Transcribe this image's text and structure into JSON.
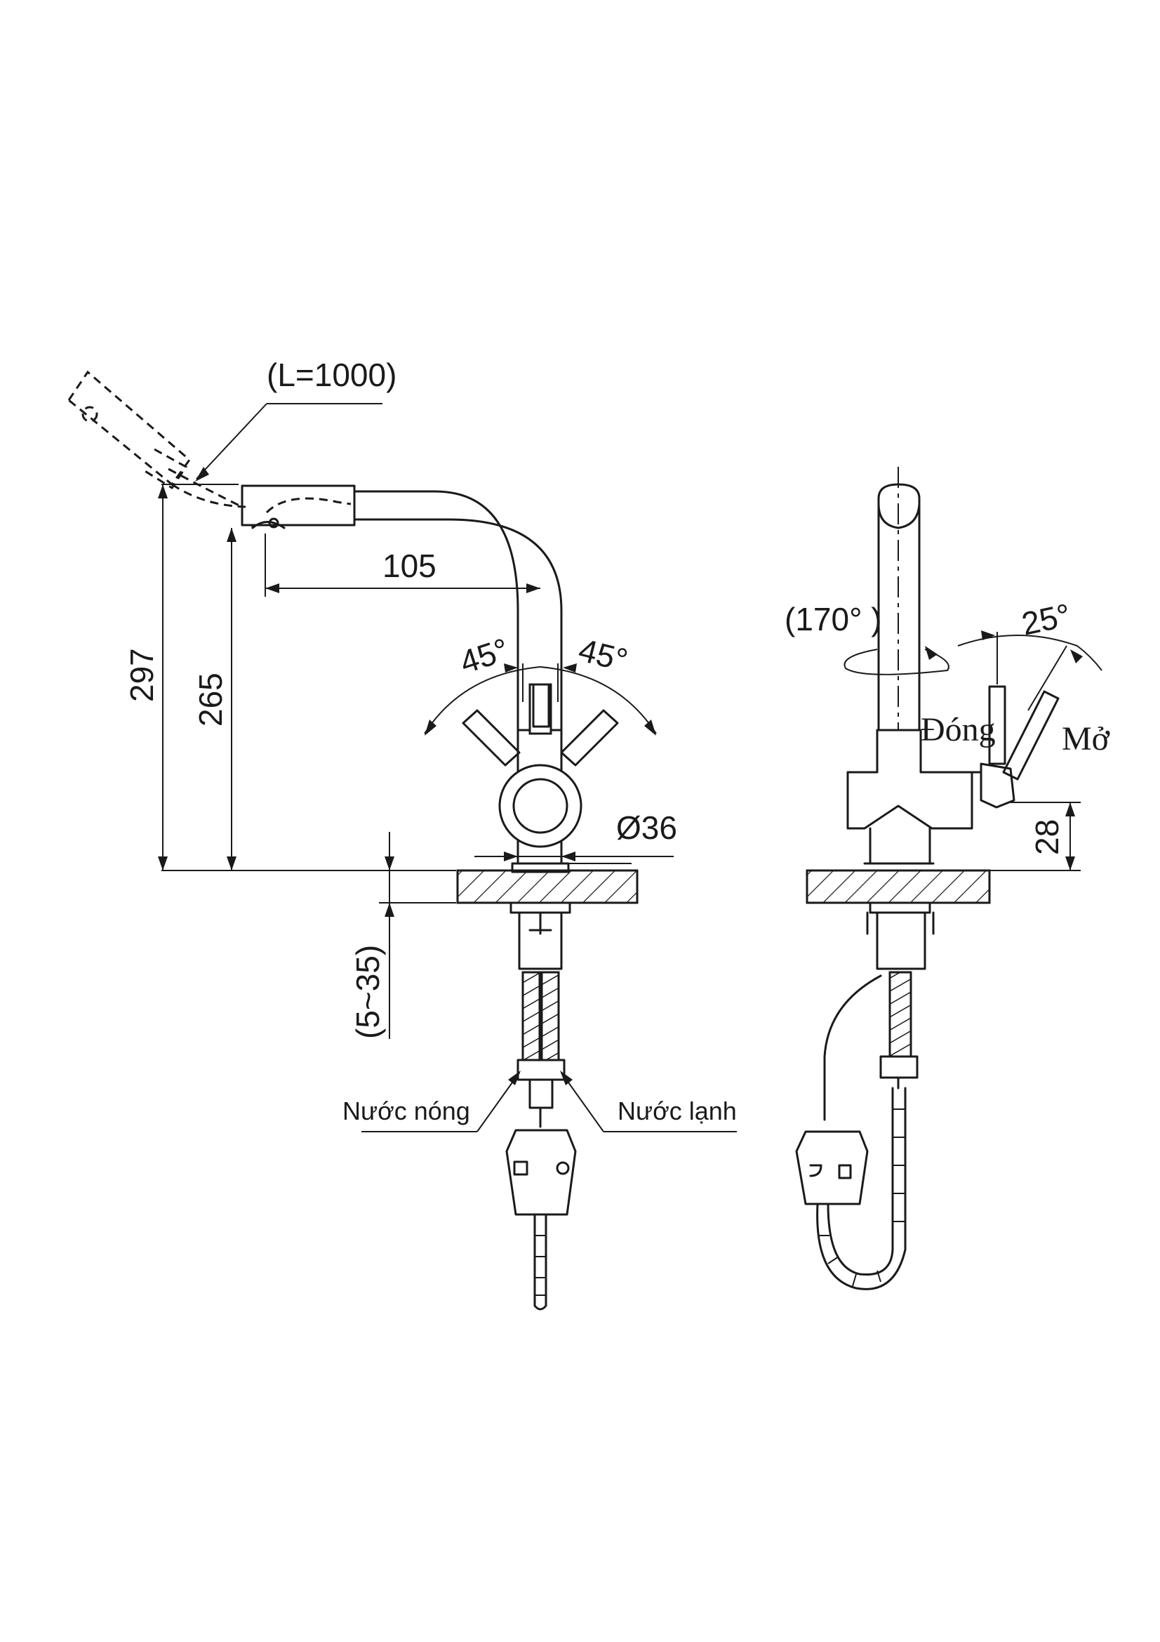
{
  "front_view": {
    "hose_length_label": "(L=1000)",
    "reach_label": "105",
    "total_height_label": "297",
    "spout_height_label": "265",
    "left_angle_label": "45°",
    "right_angle_label": "45°",
    "base_diameter_label": "Ø36",
    "deck_thickness_label": "(5~35)",
    "hot_water_label": "Nước nóng",
    "cold_water_label": "Nước lạnh"
  },
  "side_view": {
    "swivel_label": "(170° )",
    "lever_angle_label": "25°",
    "closed_label": "Đóng",
    "open_label": "Mở",
    "body_height_label": "28"
  }
}
